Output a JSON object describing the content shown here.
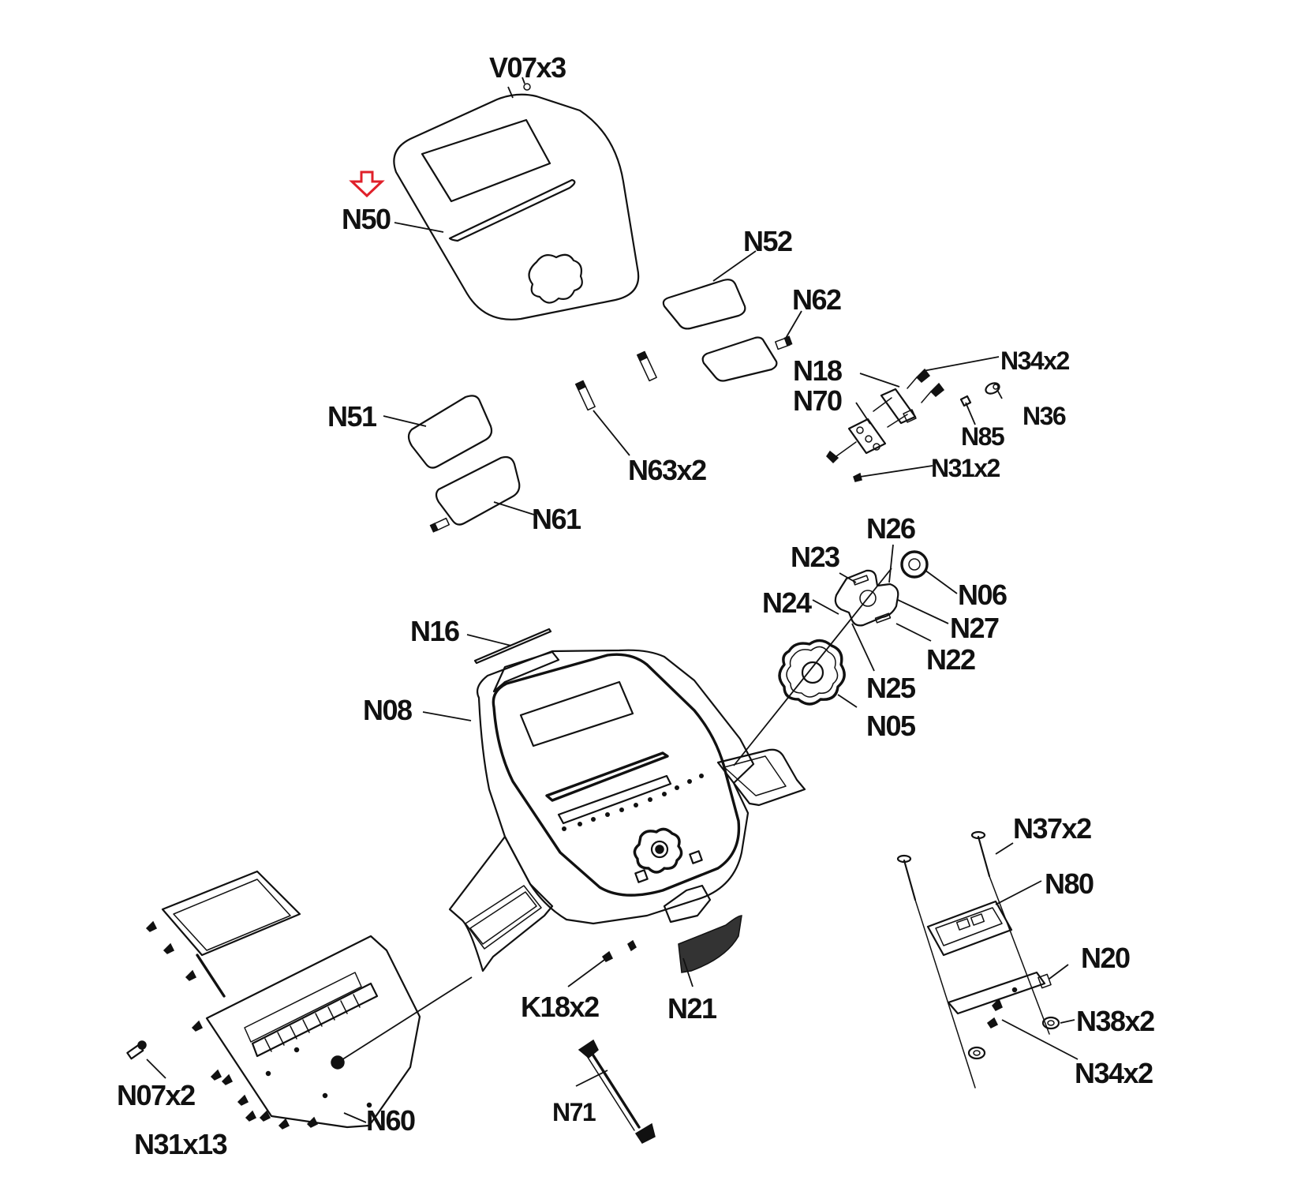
{
  "diagram": {
    "type": "exploded-parts-view",
    "highlight": {
      "target_part": "N50",
      "marker_icon": "down-arrow-icon",
      "color": "#e0202a"
    },
    "callouts": [
      {
        "id": "V07x3",
        "label": "V07x3"
      },
      {
        "id": "N50",
        "label": "N50"
      },
      {
        "id": "N52",
        "label": "N52"
      },
      {
        "id": "N62",
        "label": "N62"
      },
      {
        "id": "N18",
        "label": "N18"
      },
      {
        "id": "N34x2-top",
        "label": "N34x2"
      },
      {
        "id": "N70",
        "label": "N70"
      },
      {
        "id": "N36",
        "label": "N36"
      },
      {
        "id": "N85",
        "label": "N85"
      },
      {
        "id": "N31x2",
        "label": "N31x2"
      },
      {
        "id": "N51",
        "label": "N51"
      },
      {
        "id": "N63x2",
        "label": "N63x2"
      },
      {
        "id": "N61",
        "label": "N61"
      },
      {
        "id": "N26",
        "label": "N26"
      },
      {
        "id": "N23",
        "label": "N23"
      },
      {
        "id": "N06",
        "label": "N06"
      },
      {
        "id": "N24",
        "label": "N24"
      },
      {
        "id": "N27",
        "label": "N27"
      },
      {
        "id": "N22",
        "label": "N22"
      },
      {
        "id": "N25",
        "label": "N25"
      },
      {
        "id": "N05",
        "label": "N05"
      },
      {
        "id": "N16",
        "label": "N16"
      },
      {
        "id": "N08",
        "label": "N08"
      },
      {
        "id": "N37x2",
        "label": "N37x2"
      },
      {
        "id": "N80",
        "label": "N80"
      },
      {
        "id": "N20",
        "label": "N20"
      },
      {
        "id": "N38x2",
        "label": "N38x2"
      },
      {
        "id": "N34x2-bottom",
        "label": "N34x2"
      },
      {
        "id": "K18x2",
        "label": "K18x2"
      },
      {
        "id": "N21",
        "label": "N21"
      },
      {
        "id": "N07x2",
        "label": "N07x2"
      },
      {
        "id": "N60",
        "label": "N60"
      },
      {
        "id": "N31x13",
        "label": "N31x13"
      },
      {
        "id": "N71",
        "label": "N71"
      }
    ]
  }
}
